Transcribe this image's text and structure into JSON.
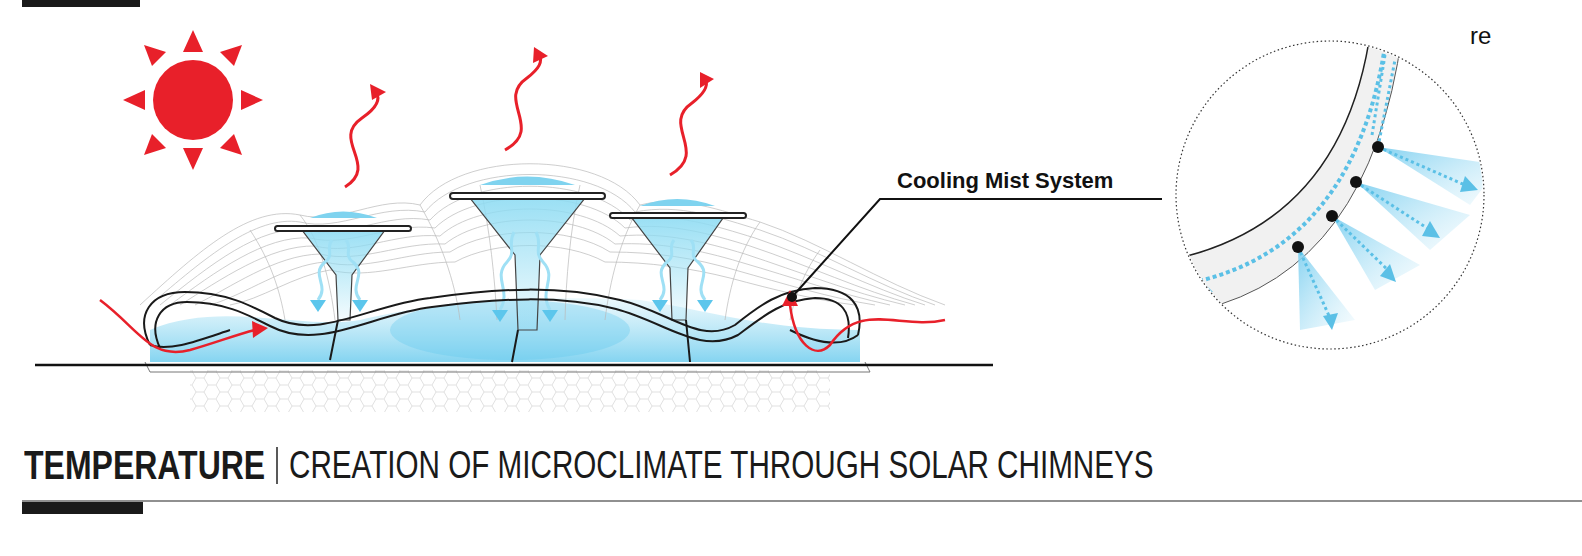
{
  "diagram": {
    "title": "TEMPERATURE",
    "caption": "CREATION OF MICROCLIMATE THROUGH SOLAR CHIMNEYS",
    "labels": [
      "Cooling Mist System",
      "re"
    ]
  }
}
